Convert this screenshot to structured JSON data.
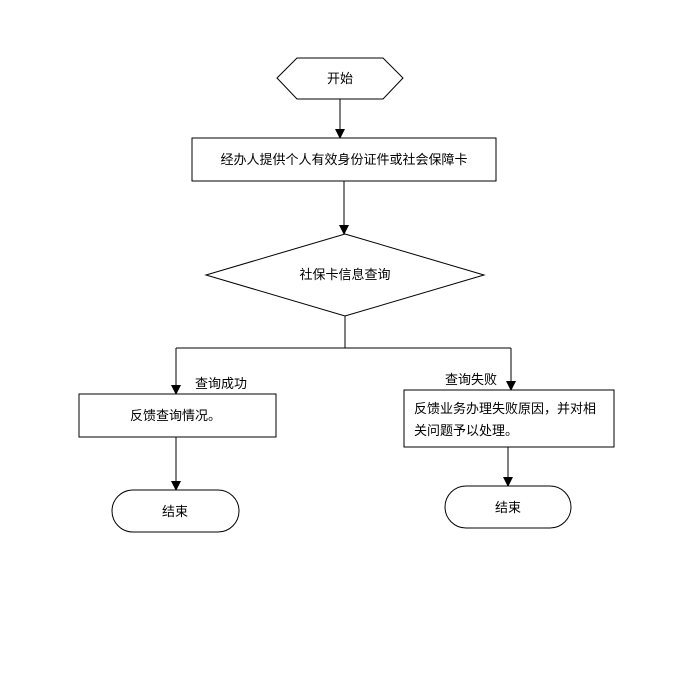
{
  "nodes": {
    "start": {
      "label": "开始"
    },
    "provide_id": {
      "label": "经办人提供个人有效身份证件或社会保障卡"
    },
    "query_decision": {
      "label": "社保卡信息查询"
    },
    "success_feedback": {
      "label": "反馈查询情况。"
    },
    "failure_feedback": {
      "line1": "反馈业务办理失败原因，并对相",
      "line2": "关问题予以处理。"
    },
    "end_left": {
      "label": "结束"
    },
    "end_right": {
      "label": "结束"
    }
  },
  "edges": {
    "success_label": "查询成功",
    "failure_label": "查询失败"
  }
}
